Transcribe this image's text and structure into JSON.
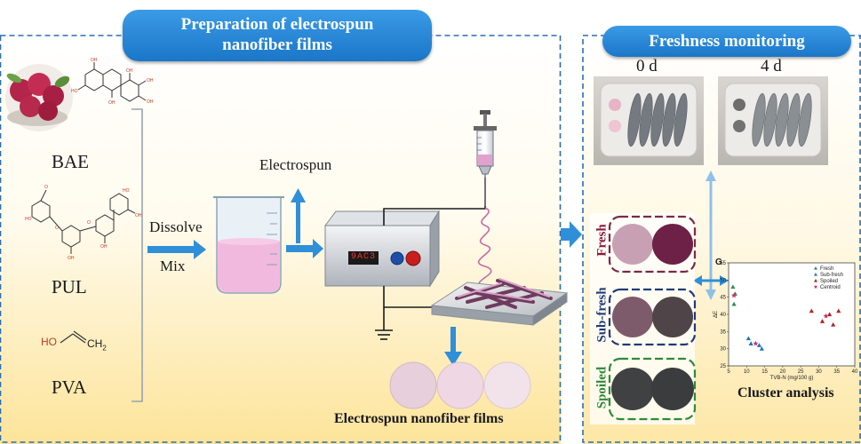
{
  "left_panel": {
    "banner_line1": "Preparation of electrospun",
    "banner_line2": "nanofiber films",
    "materials": [
      "BAE",
      "PUL",
      "PVA"
    ],
    "steps": {
      "dissolve": "Dissolve",
      "mix": "Mix",
      "electrospun": "Electrospun"
    },
    "device_display": "9AC3",
    "films_caption": "Electrospun nanofiber films",
    "pva_structure": {
      "oh": "HO",
      "ch2": "CH",
      "sub": "2"
    }
  },
  "right_panel": {
    "banner": "Freshness monitoring",
    "days": [
      "0 d",
      "4 d"
    ],
    "categories": [
      "Fresh",
      "Sub-fresh",
      "Spoiled"
    ],
    "category_colors": {
      "Fresh": "#8b1a3a",
      "Sub-fresh": "#1f3c78",
      "Spoiled": "#2d8a3a"
    },
    "cluster_caption": "Cluster analysis",
    "panel_letter": "G"
  },
  "colors": {
    "accent": "#1b76c8",
    "dashed_border": "#2a6db5"
  },
  "chart_data": {
    "type": "scatter",
    "xlabel": "TVB-N (mg/100 g)",
    "ylabel": "ΔE",
    "xlim": [
      5,
      40
    ],
    "ylim": [
      25,
      55
    ],
    "xticks": [
      5,
      10,
      15,
      20,
      25,
      30,
      35,
      40
    ],
    "yticks": [
      25,
      30,
      35,
      40,
      45,
      50,
      55
    ],
    "legend_position": "top-right",
    "series": [
      {
        "name": "Fresh",
        "color": "#2e8b57",
        "marker": "triangle",
        "points": [
          [
            6.2,
            48
          ],
          [
            6.8,
            46
          ],
          [
            6.5,
            43
          ]
        ]
      },
      {
        "name": "Sub-fresh",
        "color": "#1f77b4",
        "marker": "triangle",
        "points": [
          [
            10.5,
            33
          ],
          [
            11.2,
            31.5
          ],
          [
            13.5,
            31
          ],
          [
            14.2,
            30
          ]
        ]
      },
      {
        "name": "Spoiled",
        "color": "#b22222",
        "marker": "triangle",
        "points": [
          [
            28,
            41
          ],
          [
            31,
            38
          ],
          [
            33,
            40
          ],
          [
            34,
            37
          ],
          [
            35.5,
            41
          ]
        ]
      },
      {
        "name": "Centroid",
        "color": "#cc3366",
        "marker": "star",
        "points": [
          [
            6.5,
            45.5
          ],
          [
            12.5,
            31.5
          ],
          [
            32,
            39.5
          ]
        ]
      }
    ]
  }
}
